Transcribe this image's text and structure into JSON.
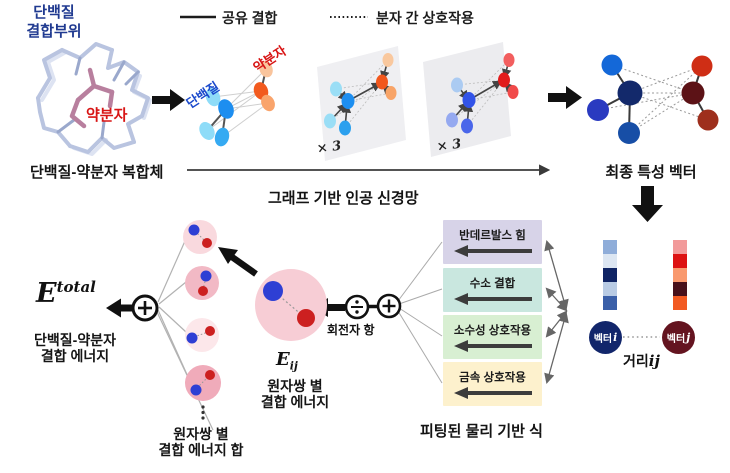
{
  "legend": {
    "covalent_label": "공유 결합",
    "interaction_label": "분자 간 상호작용"
  },
  "complex": {
    "binding_site_label": "단백질\n결합부위",
    "drug_label": "약분자",
    "caption": "단백질-약분자 복합체"
  },
  "graph1": {
    "protein_label": "단백질",
    "drug_label": "약분자"
  },
  "panels": {
    "multiplier": "× 3"
  },
  "gnn": {
    "caption": "그래프 기반 인공 신경망"
  },
  "final_vector": {
    "caption": "최종 특성 벡터"
  },
  "vectors": {
    "i_label_prefix": "벡터",
    "i_label_italic": "i",
    "j_label_prefix": "벡터",
    "j_label_italic": "j",
    "distance_prefix": "거리",
    "distance_italic": "ij",
    "i_circle_color": "#12266b",
    "j_circle_color": "#641420",
    "i_cells": [
      "#8fadd9",
      "#dce6f2",
      "#0f2464",
      "#b8cbe4",
      "#3a5fa8"
    ],
    "j_cells": [
      "#f29a9a",
      "#dd1111",
      "#f9996e",
      "#47101b",
      "#f25a22"
    ]
  },
  "physics": {
    "caption": "피팅된 물리 기반 식",
    "boxes": [
      {
        "label": "반데르발스 힘",
        "color": "#d7d3e8"
      },
      {
        "label": "수소 결합",
        "color": "#c9e7df"
      },
      {
        "label": "소수성 상호작용",
        "color": "#d8efd2"
      },
      {
        "label": "금속 상호작용",
        "color": "#fdf1cd"
      }
    ]
  },
  "energy": {
    "rotor_label": "회전자 항",
    "pair_E": "E",
    "pair_sub": "ij",
    "pair_caption": "원자쌍 별\n결합 에너지",
    "sum_caption": "원자쌍 별\n결합 에너지 합",
    "total_E": "E",
    "total_sup": "total",
    "total_caption": "단백질-약분자\n결합 에너지"
  }
}
